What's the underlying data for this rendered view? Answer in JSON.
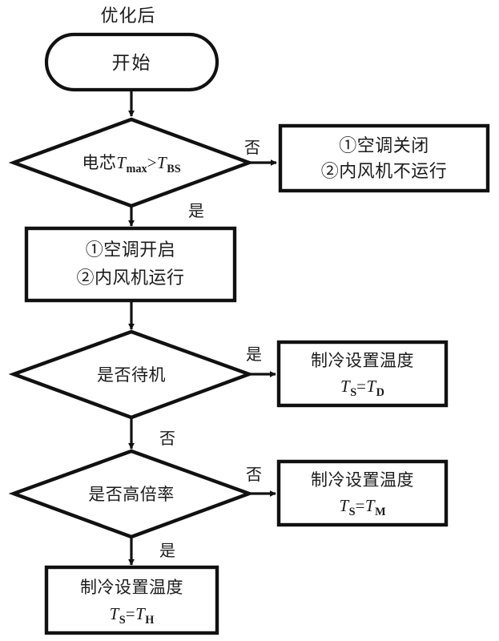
{
  "diagram": {
    "title": "优化后",
    "type": "flowchart",
    "background_color": "#ffffff",
    "line_color": "#111111",
    "text_color": "#1b1b1b",
    "nodes": [
      {
        "id": "start",
        "shape": "terminal",
        "label": "开始"
      },
      {
        "id": "decision-cell-temp",
        "shape": "decision",
        "label_prefix": "电芯",
        "var_main": "T",
        "var_main_sub": "max",
        "operator": ">",
        "var_second": "T",
        "var_second_sub": "BS",
        "label_plain": "电芯Tmax>TBS"
      },
      {
        "id": "ac-off-box",
        "shape": "process",
        "lines": [
          "①空调关闭",
          "②内风机不运行"
        ]
      },
      {
        "id": "ac-on-box",
        "shape": "process",
        "lines": [
          "①空调开启",
          "②内风机运行"
        ]
      },
      {
        "id": "decision-standby",
        "shape": "decision",
        "label_plain": "是否待机"
      },
      {
        "id": "cooling-setpoint-d",
        "shape": "process",
        "line1": "制冷设置温度",
        "formula_left": "T",
        "formula_left_sub": "S",
        "formula_op": "=",
        "formula_right": "T",
        "formula_right_sub": "D",
        "formula_plain": "TS=TD"
      },
      {
        "id": "decision-high-rate",
        "shape": "decision",
        "label_plain": "是否高倍率"
      },
      {
        "id": "cooling-setpoint-m",
        "shape": "process",
        "line1": "制冷设置温度",
        "formula_left": "T",
        "formula_left_sub": "S",
        "formula_op": "=",
        "formula_right": "T",
        "formula_right_sub": "M",
        "formula_plain": "TS=TM"
      },
      {
        "id": "cooling-setpoint-h",
        "shape": "process",
        "line1": "制冷设置温度",
        "formula_left": "T",
        "formula_left_sub": "S",
        "formula_op": "=",
        "formula_right": "T",
        "formula_right_sub": "H",
        "formula_plain": "TS=TH"
      }
    ],
    "edge_labels": {
      "cell_temp_no": "否",
      "cell_temp_yes": "是",
      "standby_yes": "是",
      "standby_no": "否",
      "high_rate_no": "否",
      "high_rate_yes": "是"
    }
  }
}
